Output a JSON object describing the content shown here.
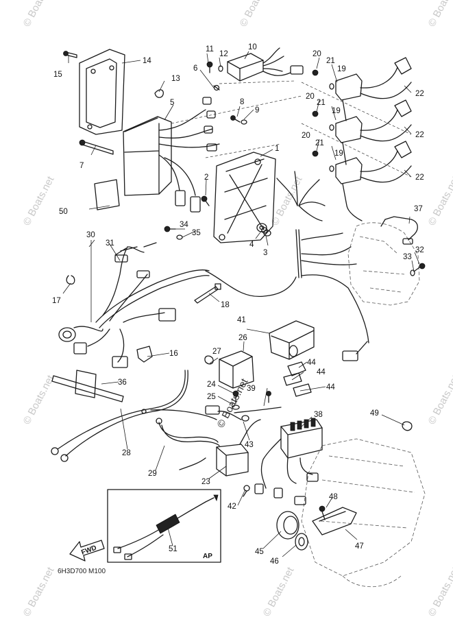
{
  "diagram": {
    "drawing_code": "6H3D700 M100",
    "inset_tag": "AP",
    "fwd_label": "FWD",
    "watermark_text": "© Boats.net",
    "callouts": [
      {
        "id": "c1",
        "label": "1"
      },
      {
        "id": "c2",
        "label": "2"
      },
      {
        "id": "c3",
        "label": "3"
      },
      {
        "id": "c4",
        "label": "4"
      },
      {
        "id": "c5",
        "label": "5"
      },
      {
        "id": "c6",
        "label": "6"
      },
      {
        "id": "c7",
        "label": "7"
      },
      {
        "id": "c8",
        "label": "8"
      },
      {
        "id": "c9",
        "label": "9"
      },
      {
        "id": "c10",
        "label": "10"
      },
      {
        "id": "c11",
        "label": "11"
      },
      {
        "id": "c12",
        "label": "12"
      },
      {
        "id": "c13",
        "label": "13"
      },
      {
        "id": "c14",
        "label": "14"
      },
      {
        "id": "c15",
        "label": "15"
      },
      {
        "id": "c16",
        "label": "16"
      },
      {
        "id": "c17",
        "label": "17"
      },
      {
        "id": "c18",
        "label": "18"
      },
      {
        "id": "c19a",
        "label": "19"
      },
      {
        "id": "c19b",
        "label": "19"
      },
      {
        "id": "c19c",
        "label": "19"
      },
      {
        "id": "c20a",
        "label": "20"
      },
      {
        "id": "c20b",
        "label": "20"
      },
      {
        "id": "c20c",
        "label": "20"
      },
      {
        "id": "c21a",
        "label": "21"
      },
      {
        "id": "c21b",
        "label": "21"
      },
      {
        "id": "c21c",
        "label": "21"
      },
      {
        "id": "c22a",
        "label": "22"
      },
      {
        "id": "c22b",
        "label": "22"
      },
      {
        "id": "c22c",
        "label": "22"
      },
      {
        "id": "c23",
        "label": "23"
      },
      {
        "id": "c24",
        "label": "24"
      },
      {
        "id": "c25",
        "label": "25"
      },
      {
        "id": "c26",
        "label": "26"
      },
      {
        "id": "c27",
        "label": "27"
      },
      {
        "id": "c28",
        "label": "28"
      },
      {
        "id": "c29",
        "label": "29"
      },
      {
        "id": "c30",
        "label": "30"
      },
      {
        "id": "c31",
        "label": "31"
      },
      {
        "id": "c32",
        "label": "32"
      },
      {
        "id": "c33",
        "label": "33"
      },
      {
        "id": "c34",
        "label": "34"
      },
      {
        "id": "c35",
        "label": "35"
      },
      {
        "id": "c36",
        "label": "36"
      },
      {
        "id": "c37",
        "label": "37"
      },
      {
        "id": "c38",
        "label": "38"
      },
      {
        "id": "c39",
        "label": "39"
      },
      {
        "id": "c41",
        "label": "41"
      },
      {
        "id": "c42",
        "label": "42"
      },
      {
        "id": "c43",
        "label": "43"
      },
      {
        "id": "c44a",
        "label": "44"
      },
      {
        "id": "c44b",
        "label": "44"
      },
      {
        "id": "c44c",
        "label": "44"
      },
      {
        "id": "c45",
        "label": "45"
      },
      {
        "id": "c46",
        "label": "46"
      },
      {
        "id": "c47",
        "label": "47"
      },
      {
        "id": "c48",
        "label": "48"
      },
      {
        "id": "c49",
        "label": "49"
      },
      {
        "id": "c50",
        "label": "50"
      },
      {
        "id": "c51",
        "label": "51"
      }
    ]
  }
}
